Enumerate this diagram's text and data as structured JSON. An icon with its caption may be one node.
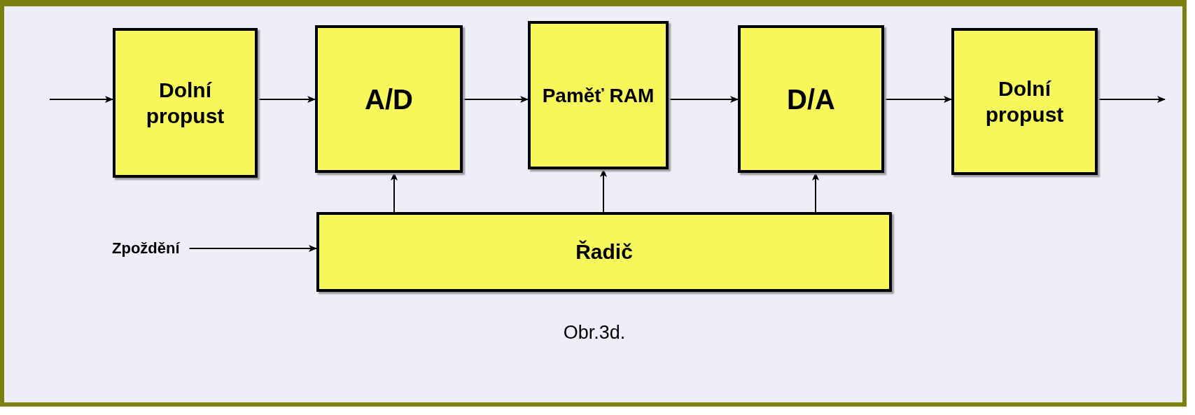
{
  "diagram": {
    "caption": "Obr.3d.",
    "nodes": [
      {
        "text": [
          "Dolní propust"
        ]
      },
      {
        "text": [
          "A/D"
        ]
      },
      {
        "text": [
          "Paměť RAM"
        ]
      },
      {
        "text": [
          "D/A"
        ]
      },
      {
        "text": [
          "Dolní propust"
        ]
      },
      {
        "text": [
          "Zpoždění"
        ]
      },
      {
        "text": [
          "Řadič"
        ]
      }
    ],
    "edges": [
      {
        "from": null,
        "to": 0,
        "arrow": "to"
      },
      {
        "from": 0,
        "to": 1,
        "arrow": "to"
      },
      {
        "from": 1,
        "to": 2,
        "arrow": "to"
      },
      {
        "from": 2,
        "to": 3,
        "arrow": "to"
      },
      {
        "from": 3,
        "to": 4,
        "arrow": "to"
      },
      {
        "from": 4,
        "to": null,
        "arrow": "to"
      },
      {
        "from": 5,
        "to": 6,
        "arrow": "to"
      },
      {
        "from": 6,
        "to": 1,
        "arrow": "to"
      },
      {
        "from": 6,
        "to": 2,
        "arrow": "to"
      },
      {
        "from": 6,
        "to": 3,
        "arrow": "to"
      }
    ]
  }
}
